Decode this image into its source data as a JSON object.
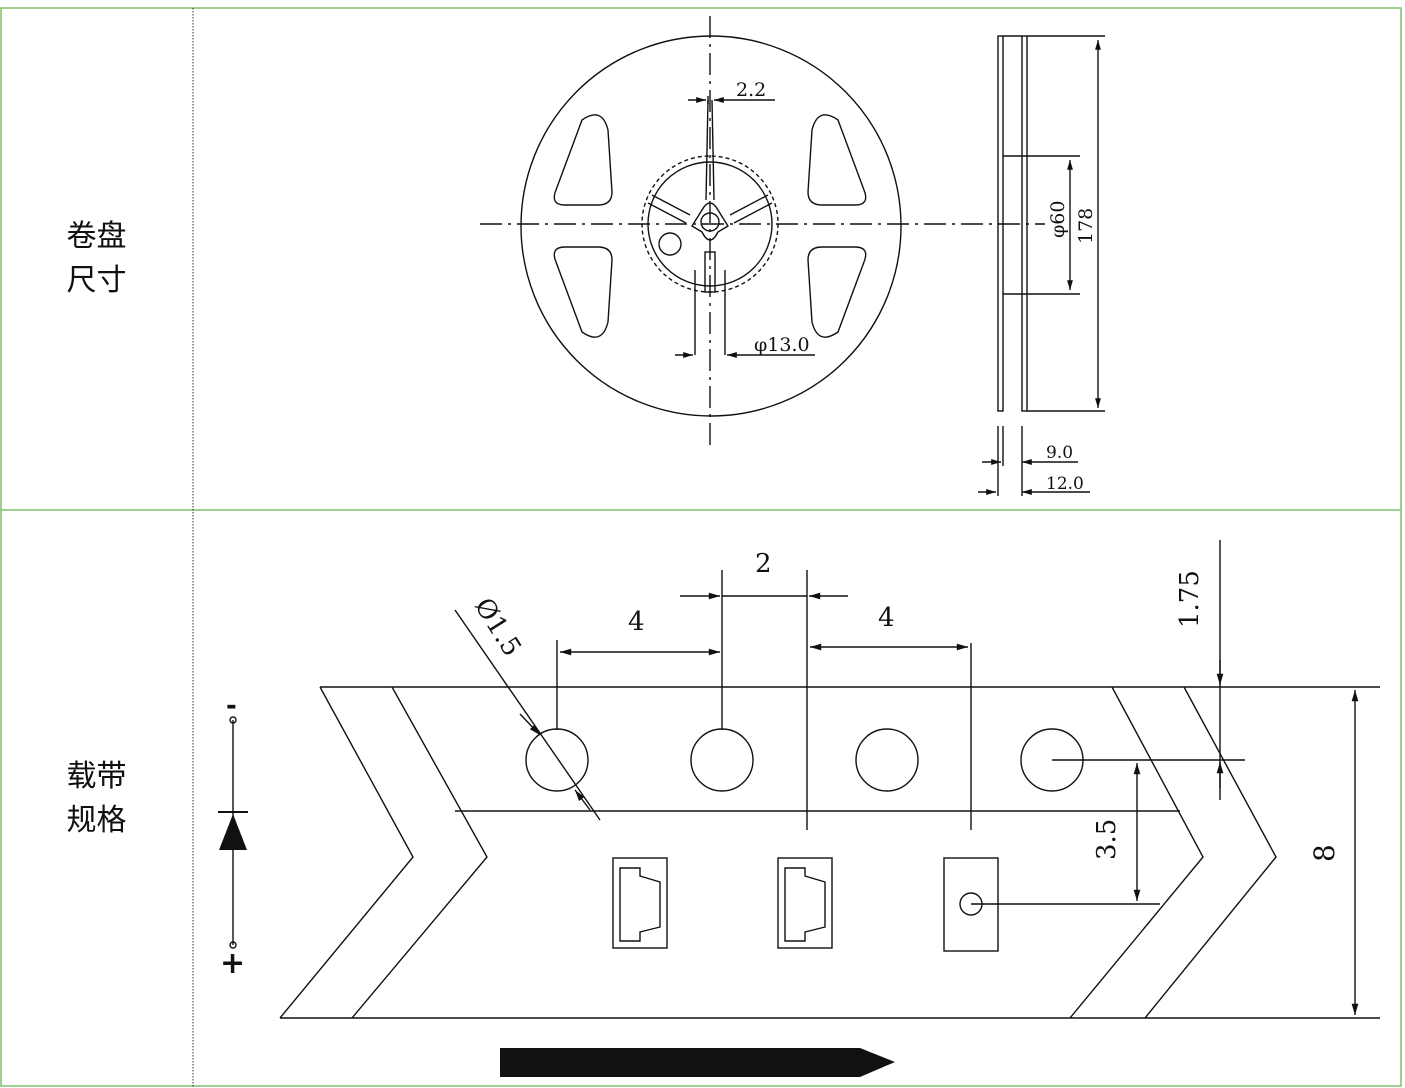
{
  "rows": [
    {
      "label_line1": "卷盘",
      "label_line2": "尺寸"
    },
    {
      "label_line1": "载带",
      "label_line2": "规格"
    }
  ],
  "reel": {
    "dim_slot": "2.2",
    "dim_hub": "φ13.0",
    "dim_inner": "φ60",
    "dim_outer": "178",
    "dim_width_inner": "9.0",
    "dim_width_outer": "12.0"
  },
  "tape": {
    "dim_hole_dia": "Ø1.5",
    "dim_pitch_left": "4",
    "dim_gap": "2",
    "dim_pitch_right": "4",
    "dim_edge": "1.75",
    "dim_center": "3.5",
    "dim_width": "8",
    "polarity_minus": "-",
    "polarity_plus": "+"
  },
  "colors": {
    "border": "#7fbf6a",
    "divider": "#333333",
    "ink": "#111111"
  }
}
